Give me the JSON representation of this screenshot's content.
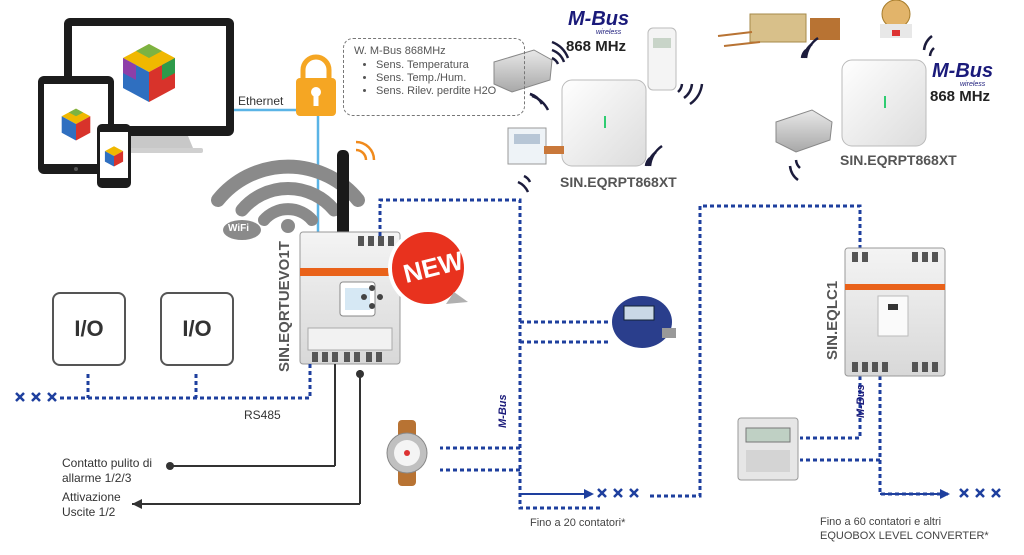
{
  "labels": {
    "ethernet": "Ethernet",
    "wifi": "WiFi",
    "new_badge": "NEW",
    "rs485": "RS485",
    "io": "I/O",
    "contact_line1": "Contatto pulito di",
    "contact_line2": "allarme 1/2/3",
    "activation_line1": "Attivazione",
    "activation_line2": "Uscite 1/2",
    "bus_note_left": "Fino a 20 contatori*",
    "bus_note_right_line1": "Fino a 60 contatori e altri",
    "bus_note_right_line2": "EQUOBOX LEVEL CONVERTER*",
    "mbus_wire_label": "M-Bus",
    "mbus_logo": "M-Bus",
    "mbus_logo_sub": "wireless",
    "freq": "868 MHz"
  },
  "devices": {
    "main_unit": "SIN.EQRTUEVO1T",
    "level_converter": "SIN.EQLC1",
    "repeater": "SIN.EQRPT868XT"
  },
  "sensor_bubble": {
    "title": "W. M-Bus 868MHz",
    "items": [
      "Sens. Temperatura",
      "Sens. Temp./Hum.",
      "Sens. Rilev. perdite H2O"
    ]
  },
  "colors": {
    "bus": "#1e3f9e",
    "ethernet": "#5ab4e6",
    "lock": "#f5a623",
    "new_badge": "#e8321e",
    "wifi": "#8a8a8a",
    "signal": "#1c1c3c",
    "signal_tx": "#f08a1c"
  }
}
